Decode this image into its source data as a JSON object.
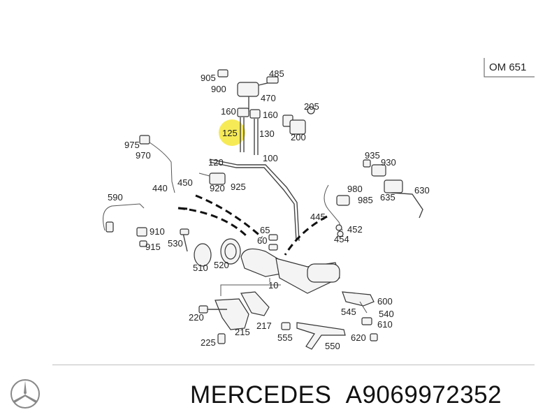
{
  "diagram": {
    "engine_code": "OM 651",
    "labels": {
      "l905": "905",
      "l900": "900",
      "l485": "485",
      "l470": "470",
      "l160a": "160",
      "l160b": "160",
      "l205": "205",
      "l125": "125",
      "l130": "130",
      "l200": "200",
      "l975": "975",
      "l970": "970",
      "l100": "100",
      "l120": "120",
      "l935": "935",
      "l930": "930",
      "l440": "440",
      "l450": "450",
      "l920": "920",
      "l925": "925",
      "l980": "980",
      "l630": "630",
      "l985": "985",
      "l635": "635",
      "l590": "590",
      "l445": "445",
      "l910": "910",
      "l65": "65",
      "l452": "452",
      "l915": "915",
      "l530": "530",
      "l60": "60",
      "l454": "454",
      "l510": "510",
      "l520": "520",
      "l10": "10",
      "l600": "600",
      "l545": "545",
      "l540": "540",
      "l220": "220",
      "l610": "610",
      "l217": "217",
      "l215": "215",
      "l555": "555",
      "l620": "620",
      "l225": "225",
      "l550": "550"
    },
    "highlighted_part": "125"
  },
  "footer": {
    "brand": "MERCEDES",
    "part_number": "A9069972352"
  }
}
